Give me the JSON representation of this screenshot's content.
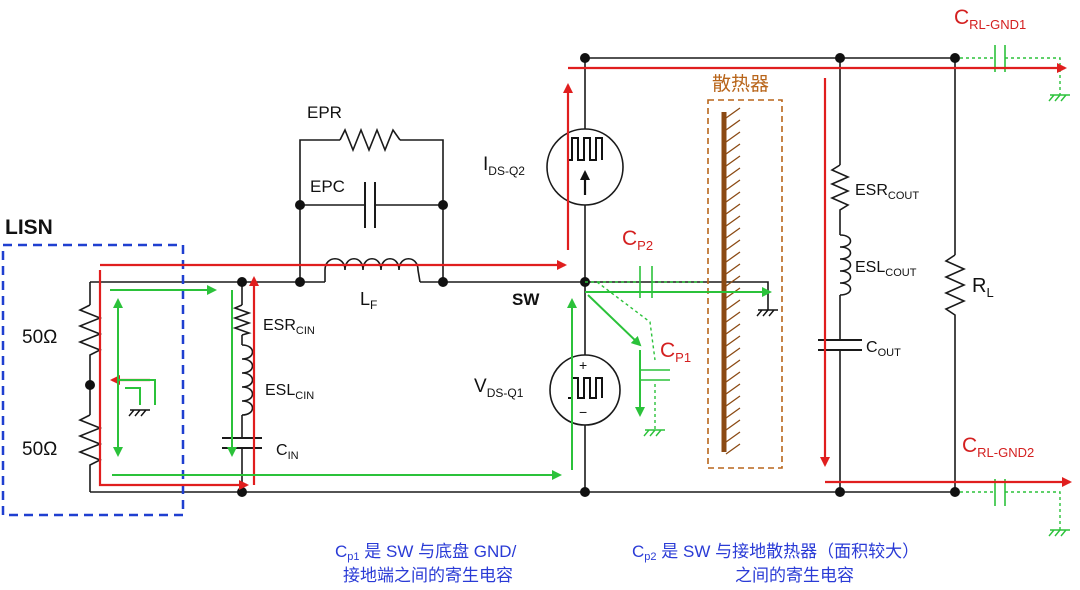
{
  "labels": {
    "lisn": "LISN",
    "r1": "50Ω",
    "r2": "50Ω",
    "epr": "EPR",
    "epc": "EPC",
    "lf_main": "L",
    "lf_sub": "F",
    "sw": "SW",
    "esrcin_main": "ESR",
    "esrcin_sub": "CIN",
    "eslcin_main": "ESL",
    "eslcin_sub": "CIN",
    "cin_main": "C",
    "cin_sub": "IN",
    "idsq2_main": "I",
    "idsq2_sub": "DS-Q2",
    "vdsq1_main": "V",
    "vdsq1_sub": "DS-Q1",
    "cp2_main": "C",
    "cp2_sub": "P2",
    "cp1_main": "C",
    "cp1_sub": "P1",
    "heatsink": "散热器",
    "esrcout_main": "ESR",
    "esrcout_sub": "COUT",
    "eslcout_main": "ESL",
    "eslcout_sub": "COUT",
    "cout_main": "C",
    "cout_sub": "OUT",
    "rl_main": "R",
    "rl_sub": "L",
    "crlgnd1_main": "C",
    "crlgnd1_sub": "RL-GND1",
    "crlgnd2_main": "C",
    "crlgnd2_sub": "RL-GND2",
    "plus": "+",
    "minus": "−"
  },
  "notes": {
    "cp1_line1_main": "C",
    "cp1_line1_sub": "p1",
    "cp1_line1_rest": " 是 SW 与底盘 GND/",
    "cp1_line2": "接地端之间的寄生电容",
    "cp2_line1_main": "C",
    "cp2_line1_sub": "p2",
    "cp2_line1_rest": " 是 SW 与接地散热器（面积较大）",
    "cp2_line2": "之间的寄生电容"
  },
  "colors": {
    "wire": "#1a1a1a",
    "red_path": "#e01e1e",
    "green_path": "#2bc23a",
    "lisn_box": "#1f3fd0",
    "heatsink_box": "#b8651a",
    "label_red": "#d42020",
    "note_blue": "#2a3bd6"
  }
}
